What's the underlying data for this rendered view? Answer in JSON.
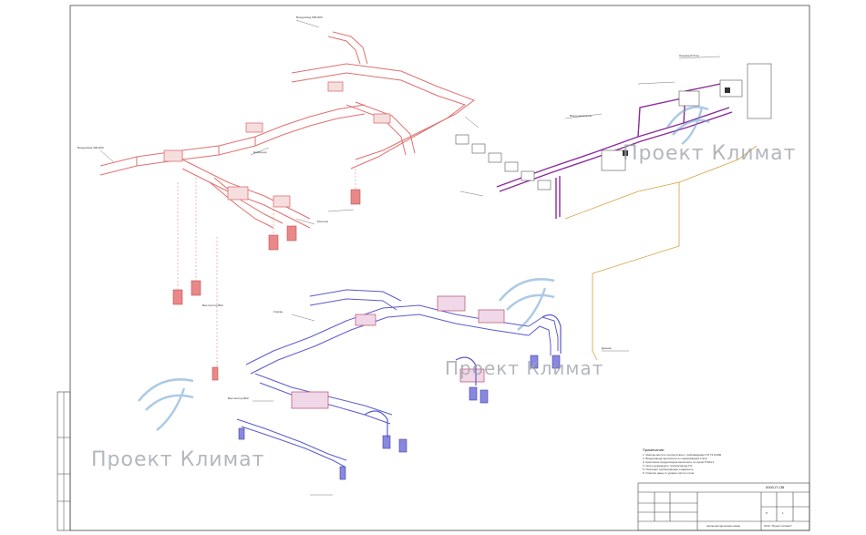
{
  "watermark": {
    "text": "Проект Климат"
  },
  "colors": {
    "supply": "#e07070",
    "exhaust": "#5a5ad0",
    "pipe": "#8a2a9a",
    "drain": "#d8a040",
    "frame": "#444444",
    "logo": "#6aa0d0"
  },
  "labels": {
    "top_duct_1": "Воздуховод 500х300",
    "top_duct_2": "Воздуховод 400х200",
    "fan_1": "Вентилятор ВКК",
    "fan_2": "Вентилятор ВКК",
    "diffuser": "Диффузор",
    "grille": "Решетка",
    "valve": "Клапан",
    "unit_1": "Наружный блок",
    "unit_2": "Внутренний блок",
    "drain_label": "Дренаж"
  },
  "notes": {
    "title": "Примечание:",
    "lines": [
      "1. Монтаж вести в соответствии с требованиями СП 73.13330",
      "2. Воздуховоды выполнить из оцинкованной стали",
      "3. Крепление воздуховодов выполнить по серии 5.904-1",
      "4. Уклон дренажного трубопровода 1%",
      "5. Изоляция трубопроводов хладагента",
      "6. Отметки даны от уровня чистого пола"
    ]
  },
  "title_block": {
    "code": "0000-П-ОВ",
    "company": "ООО \"Проект Климат\"",
    "stage": "П",
    "sheet": "1",
    "drawing_name": "Аксонометрическая схема"
  }
}
